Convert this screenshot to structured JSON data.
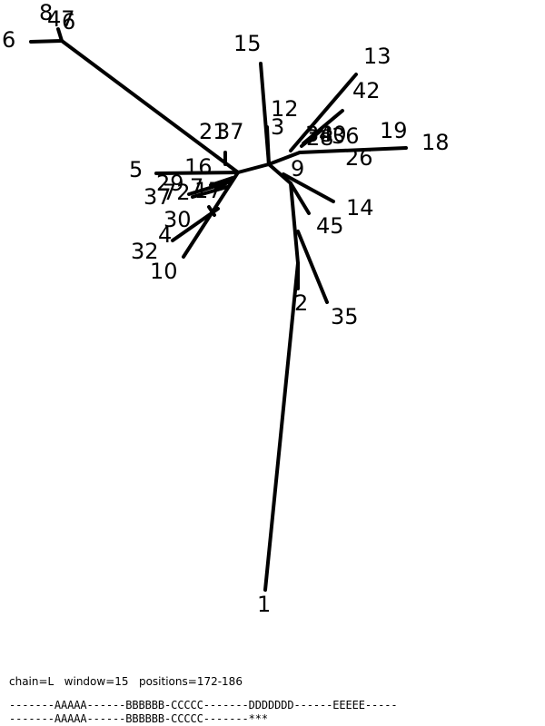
{
  "tree": {
    "leaf_labels": [
      "1",
      "2",
      "3",
      "4",
      "5",
      "6",
      "8",
      "9",
      "10",
      "12",
      "13",
      "14",
      "15",
      "16",
      "18",
      "19",
      "21",
      "26",
      "29",
      "30",
      "32",
      "35",
      "37",
      "42",
      "45",
      "47",
      "72",
      "17",
      "28",
      "36",
      "38",
      "40",
      "46",
      "7"
    ]
  },
  "footer": {
    "info": "chain=L   window=15   positions=172-186",
    "seq1": "-------AAAAA------BBBBBB-CCCCC-------DDDDDDD------EEEEE-----",
    "seq2": "-------AAAAA------BBBBBB-CCCCC-------***"
  }
}
